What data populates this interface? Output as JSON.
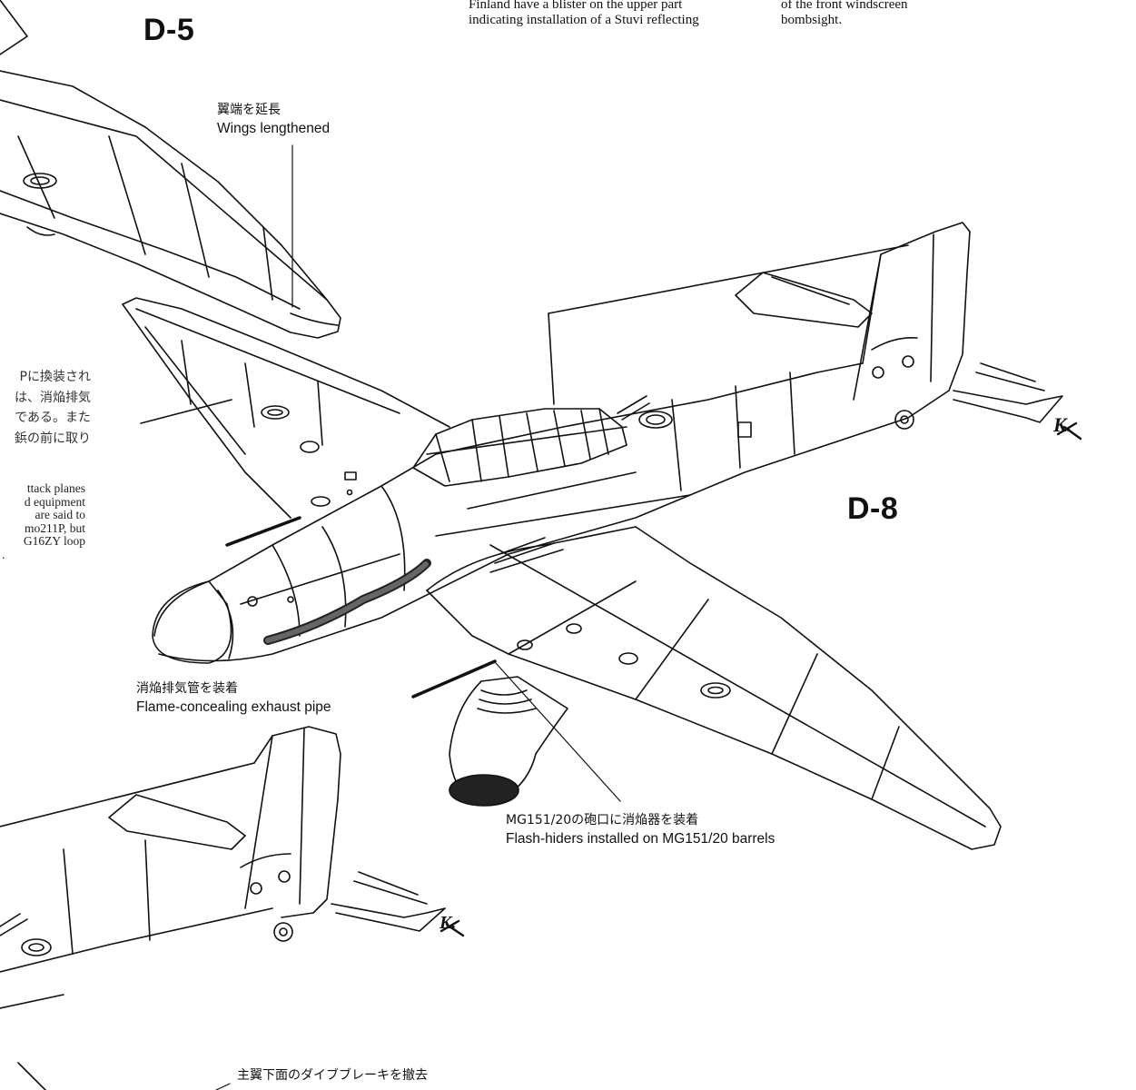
{
  "header": {
    "variant_top": "D-5",
    "top_text_left": [
      "Finland have a blister on the upper part",
      "indicating installation of a Stuvi reflecting"
    ],
    "top_text_right": [
      "of the front windscreen",
      "bombsight."
    ]
  },
  "variant_main": "D-8",
  "callouts": {
    "wingtip": {
      "jp": "翼端を延長",
      "en": "Wings lengthened"
    },
    "exhaust": {
      "jp": "消焔排気管を装着",
      "en": "Flame-concealing exhaust pipe"
    },
    "flash": {
      "jp": "MG151/20の砲口に消焔器を装着",
      "en": "Flash-hiders installed on MG151/20 barrels"
    },
    "divebrake": {
      "jp": "主翼下面のダイブブレーキを撤去"
    }
  },
  "side_text": {
    "jp_lines": [
      "Pに換装され",
      "は、消焔排気",
      "である。また",
      "鋲の前に取り"
    ],
    "en_lines": [
      "ttack planes",
      "d equipment",
      "are said to",
      "mo211P, but",
      "G16ZY loop",
      "."
    ]
  },
  "signature": "K."
}
